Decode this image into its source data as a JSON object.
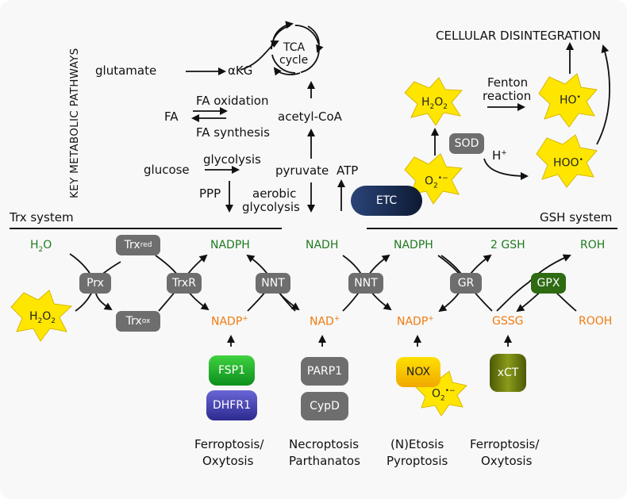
{
  "labels": {
    "key_pathways": "KEY METABOLIC PATHWAYS",
    "glutamate": "glutamate",
    "akg": "αKG",
    "tca1": "TCA",
    "tca2": "cycle",
    "fa_ox": "FA oxidation",
    "fa": "FA",
    "fa_syn": "FA synthesis",
    "acetyl": "acetyl-CoA",
    "glycolysis": "glycolysis",
    "glucose": "glucose",
    "pyruvate": "pyruvate",
    "atp": "ATP",
    "ppp": "PPP",
    "aerobic1": "aerobic",
    "aerobic2": "glycolysis",
    "cellular": "CELLULAR DISINTEGRATION",
    "fenton1": "Fenton",
    "fenton2": "reaction",
    "trx_system": "Trx system",
    "gsh_system": "GSH system",
    "h2o": "H2O",
    "nadph1": "NADPH",
    "nadh": "NADH",
    "nadph2": "NADPH",
    "gsh2": "2 GSH",
    "roh": "ROH",
    "nadp1": "NADP",
    "nad": "NAD",
    "nadp2": "NADP",
    "gssg": "GSSG",
    "rooh": "ROOH",
    "ferro1a": "Ferroptosis/",
    "ferro1b": "Oxytosis",
    "necro1": "Necroptosis",
    "necro2": "Parthanatos",
    "etosis1": "(N)Etosis",
    "etosis2": "Pyroptosis",
    "ferro2a": "Ferroptosis/",
    "ferro2b": "Oxytosis"
  },
  "boxes": {
    "prx": "Prx",
    "trxr": "TrxR",
    "nnt1": "NNT",
    "nnt2": "NNT",
    "gr": "GR",
    "gpx": "GPX",
    "trx_red": "Trx",
    "trx_red_sub": "red",
    "trx_ox": "Trx",
    "trx_ox_sub": "ox",
    "sod": "SOD",
    "etc": "ETC",
    "fsp1": "FSP1",
    "dhfr1": "DHFR1",
    "parp1": "PARP1",
    "cypd": "CypD",
    "nox": "NOX",
    "xct": "xCT"
  },
  "stars": {
    "h2o2_top": "H2O2",
    "ho": "HO",
    "hoo": "HOO",
    "o2_etc": "O2",
    "h2o2_left": "H2O2",
    "o2_nox": "O2",
    "hplus": "H"
  },
  "colors": {
    "green_text": "#1f7a1f",
    "orange_text": "#f07a10",
    "gray_box": "#6e6e6e",
    "star_yellow": "#ffe600",
    "etc_navy": "#1c2f55"
  }
}
